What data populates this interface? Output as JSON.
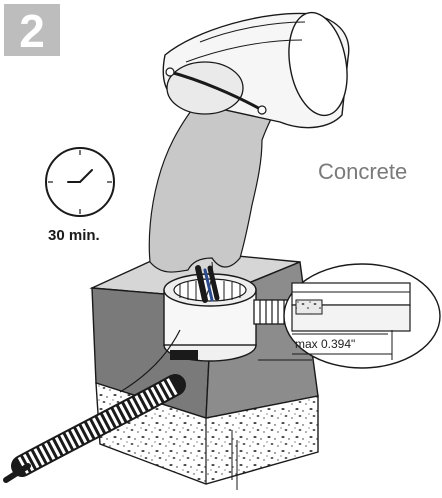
{
  "step": {
    "number": "2"
  },
  "timer": {
    "label": "30 min.",
    "icon": "clock-icon"
  },
  "material": {
    "label": "Concrete"
  },
  "detail": {
    "measurement": "max 0.394\"",
    "icon": "magnifier-callout"
  },
  "colors": {
    "badge": "#bdbdbd",
    "concrete_pour": "#c8c8c8",
    "slab_top": "#d6d6d6",
    "slab_side_dark": "#7a7a7a",
    "material_text": "#7a7a7a",
    "outline": "#1a1a1a"
  }
}
